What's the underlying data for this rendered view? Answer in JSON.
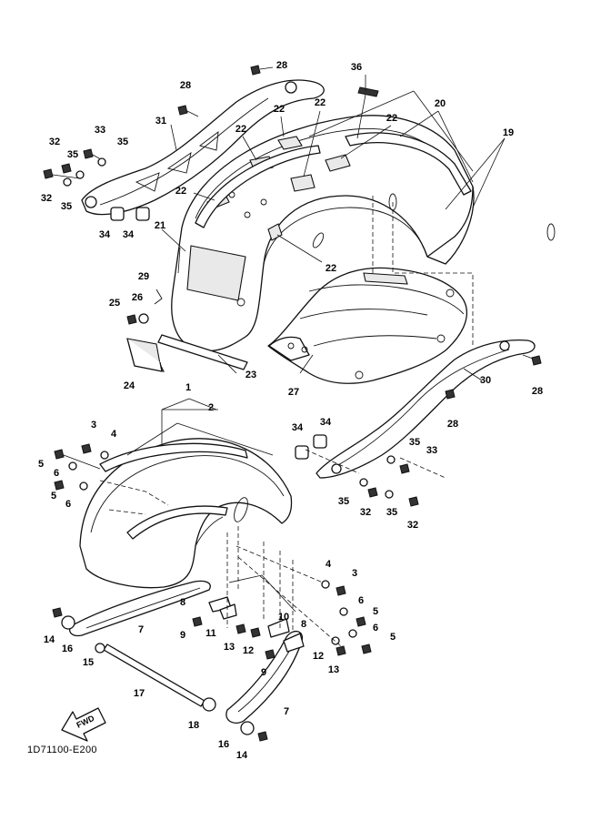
{
  "diagram": {
    "reference_code": "1D71100-E200",
    "fwd_label": "FWD",
    "callouts": [
      {
        "id": "c28a",
        "label": "28"
      },
      {
        "id": "c36",
        "label": "36"
      },
      {
        "id": "c28b",
        "label": "28"
      },
      {
        "id": "c20",
        "label": "20"
      },
      {
        "id": "c22a",
        "label": "22"
      },
      {
        "id": "c22b",
        "label": "22"
      },
      {
        "id": "c22c",
        "label": "22"
      },
      {
        "id": "c22d",
        "label": "22"
      },
      {
        "id": "c19",
        "label": "19"
      },
      {
        "id": "c31",
        "label": "31"
      },
      {
        "id": "c33a",
        "label": "33"
      },
      {
        "id": "c32a",
        "label": "32"
      },
      {
        "id": "c35a",
        "label": "35"
      },
      {
        "id": "c35b",
        "label": "35"
      },
      {
        "id": "c32b",
        "label": "32"
      },
      {
        "id": "c35c",
        "label": "35"
      },
      {
        "id": "c22e",
        "label": "22"
      },
      {
        "id": "c34a",
        "label": "34"
      },
      {
        "id": "c34b",
        "label": "34"
      },
      {
        "id": "c21",
        "label": "21"
      },
      {
        "id": "c22f",
        "label": "22"
      },
      {
        "id": "c29",
        "label": "29"
      },
      {
        "id": "c25",
        "label": "25"
      },
      {
        "id": "c26",
        "label": "26"
      },
      {
        "id": "c24",
        "label": "24"
      },
      {
        "id": "c23",
        "label": "23"
      },
      {
        "id": "c27",
        "label": "27"
      },
      {
        "id": "c30",
        "label": "30"
      },
      {
        "id": "c28c",
        "label": "28"
      },
      {
        "id": "c28d",
        "label": "28"
      },
      {
        "id": "c1",
        "label": "1"
      },
      {
        "id": "c2",
        "label": "2"
      },
      {
        "id": "c3a",
        "label": "3"
      },
      {
        "id": "c4a",
        "label": "4"
      },
      {
        "id": "c5a",
        "label": "5"
      },
      {
        "id": "c6a",
        "label": "6"
      },
      {
        "id": "c5b",
        "label": "5"
      },
      {
        "id": "c6b",
        "label": "6"
      },
      {
        "id": "c34c",
        "label": "34"
      },
      {
        "id": "c34d",
        "label": "34"
      },
      {
        "id": "c35d",
        "label": "35"
      },
      {
        "id": "c33b",
        "label": "33"
      },
      {
        "id": "c35e",
        "label": "35"
      },
      {
        "id": "c32c",
        "label": "32"
      },
      {
        "id": "c35f",
        "label": "35"
      },
      {
        "id": "c32d",
        "label": "32"
      },
      {
        "id": "c4b",
        "label": "4"
      },
      {
        "id": "c3b",
        "label": "3"
      },
      {
        "id": "c6c",
        "label": "6"
      },
      {
        "id": "c5c",
        "label": "5"
      },
      {
        "id": "c6d",
        "label": "6"
      },
      {
        "id": "c5d",
        "label": "5"
      },
      {
        "id": "c8a",
        "label": "8"
      },
      {
        "id": "c7a",
        "label": "7"
      },
      {
        "id": "c11",
        "label": "11"
      },
      {
        "id": "c9a",
        "label": "9"
      },
      {
        "id": "c14a",
        "label": "14"
      },
      {
        "id": "c16a",
        "label": "16"
      },
      {
        "id": "c15",
        "label": "15"
      },
      {
        "id": "c13a",
        "label": "13"
      },
      {
        "id": "c12a",
        "label": "12"
      },
      {
        "id": "c10",
        "label": "10"
      },
      {
        "id": "c8b",
        "label": "8"
      },
      {
        "id": "c9b",
        "label": "9"
      },
      {
        "id": "c12b",
        "label": "12"
      },
      {
        "id": "c13b",
        "label": "13"
      },
      {
        "id": "c17",
        "label": "17"
      },
      {
        "id": "c7b",
        "label": "7"
      },
      {
        "id": "c18",
        "label": "18"
      },
      {
        "id": "c16b",
        "label": "16"
      },
      {
        "id": "c14b",
        "label": "14"
      }
    ]
  }
}
